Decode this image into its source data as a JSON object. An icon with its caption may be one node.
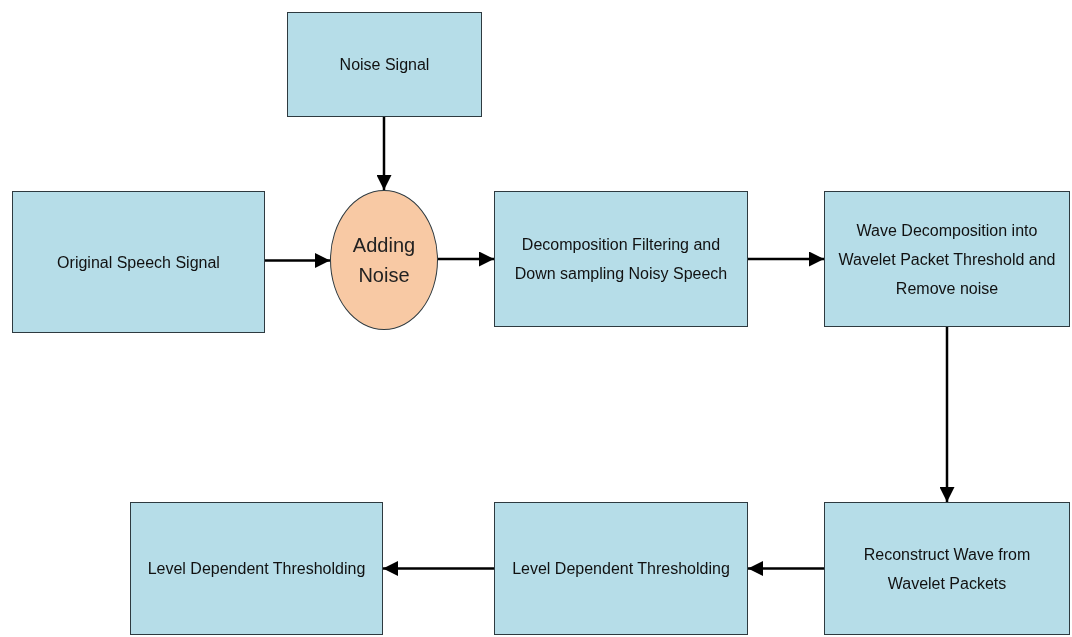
{
  "diagram": {
    "nodes": [
      {
        "text": [
          "Noise Signal"
        ]
      },
      {
        "text": [
          "Original Speech Signal"
        ]
      },
      {
        "text": [
          "Adding Noise"
        ]
      },
      {
        "text": [
          "Decomposition Filtering and Down sampling Noisy Speech"
        ]
      },
      {
        "text": [
          "Wave Decomposition into Wavelet Packet Threshold and Remove noise"
        ]
      },
      {
        "text": [
          "Reconstruct Wave from Wavelet Packets"
        ]
      },
      {
        "text": [
          "Level Dependent Thresholding"
        ]
      },
      {
        "text": [
          "Level Dependent Thresholding"
        ]
      }
    ],
    "edges": [
      {
        "from": 0,
        "to": 2,
        "arrow": "to"
      },
      {
        "from": 1,
        "to": 2,
        "arrow": "to"
      },
      {
        "from": 2,
        "to": 3,
        "arrow": "to"
      },
      {
        "from": 3,
        "to": 4,
        "arrow": "to"
      },
      {
        "from": 4,
        "to": 5,
        "arrow": "to"
      },
      {
        "from": 5,
        "to": 6,
        "arrow": "to"
      },
      {
        "from": 6,
        "to": 7,
        "arrow": "to"
      }
    ]
  }
}
